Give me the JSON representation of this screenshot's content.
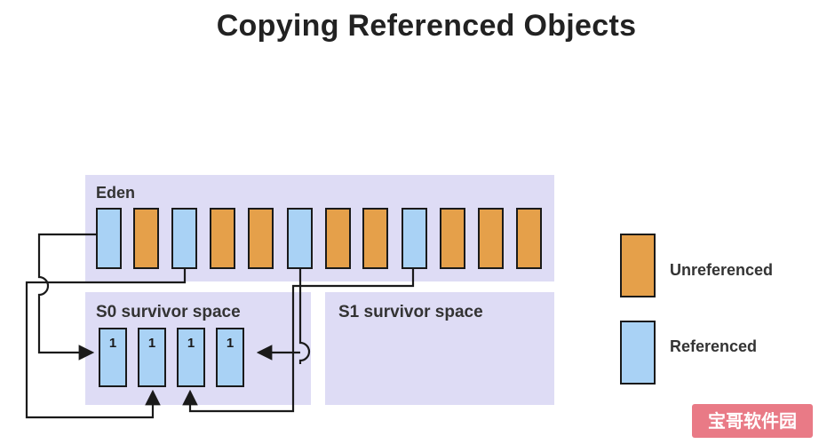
{
  "title": "Copying Referenced Objects",
  "regions": {
    "eden": "Eden",
    "s0": "S0 survivor space",
    "s1": "S1 survivor space"
  },
  "eden_objects": [
    "referenced",
    "unreferenced",
    "referenced",
    "unreferenced",
    "unreferenced",
    "referenced",
    "unreferenced",
    "unreferenced",
    "referenced",
    "unreferenced",
    "unreferenced",
    "unreferenced"
  ],
  "s0_objects": [
    "1",
    "1",
    "1",
    "1"
  ],
  "legend": {
    "unreferenced": {
      "label": "Unreferenced",
      "color": "#e5a04a"
    },
    "referenced": {
      "label": "Referenced",
      "color": "#a9d2f5"
    }
  },
  "watermark": "宝哥软件园"
}
